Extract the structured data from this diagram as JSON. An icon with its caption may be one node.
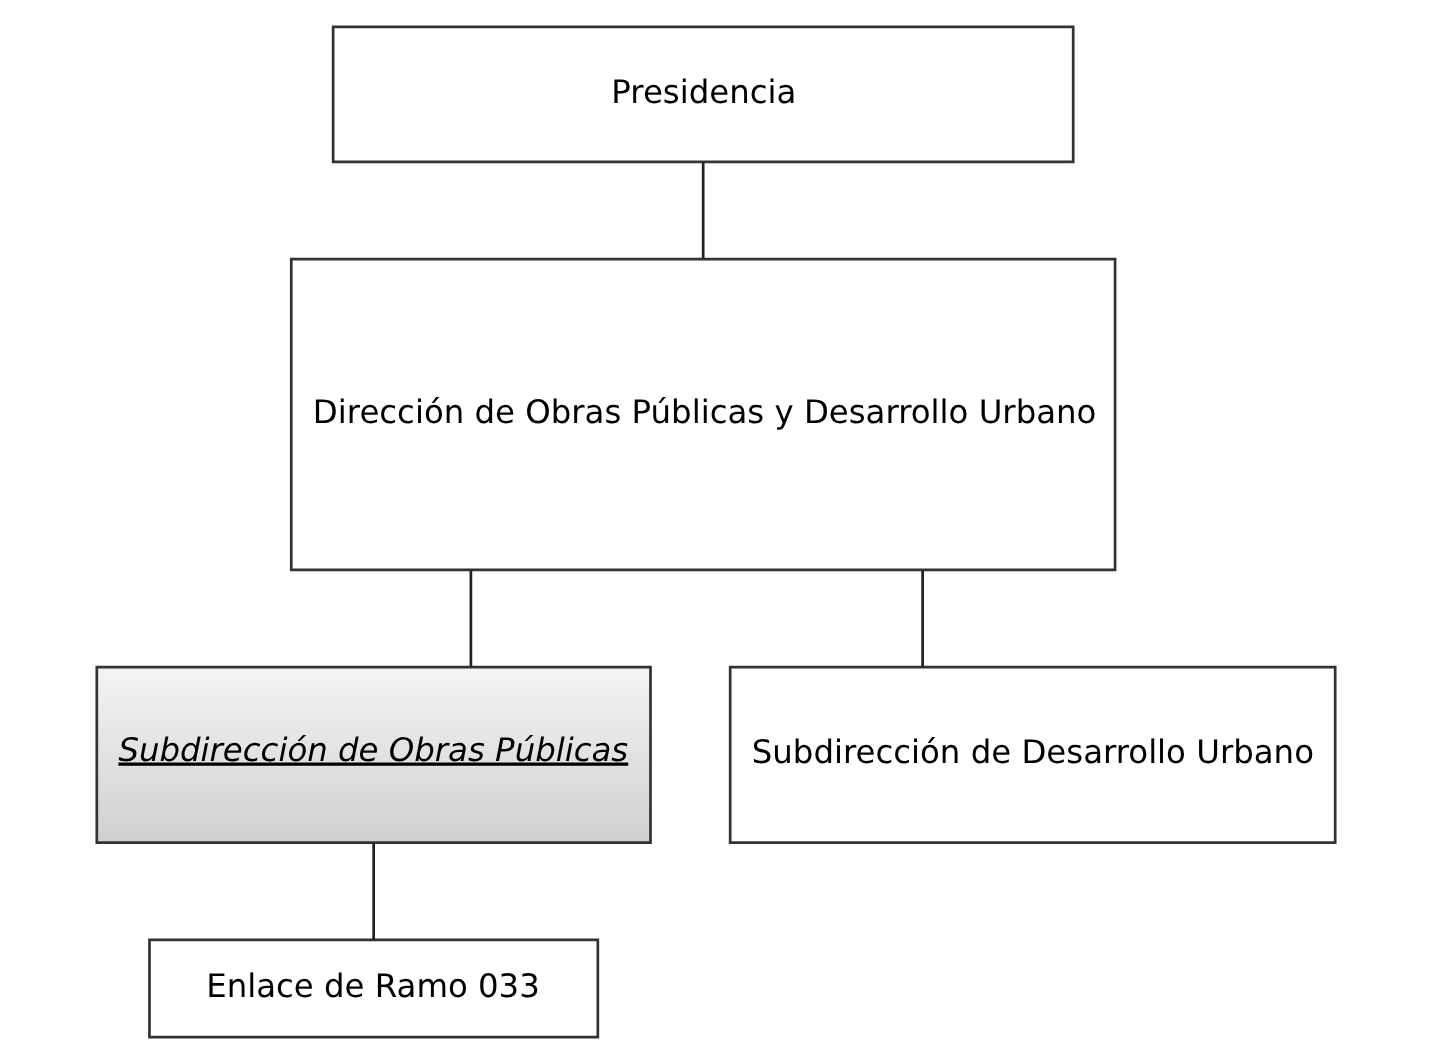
{
  "diagram": {
    "nodes": [
      {
        "text": [
          "Presidencia"
        ]
      },
      {
        "text": [
          "Dirección de Obras Públicas y Desarrollo Urbano"
        ]
      },
      {
        "text": [
          "Subdirección de Obras Públicas"
        ]
      },
      {
        "text": [
          "Subdirección de Desarrollo Urbano"
        ]
      },
      {
        "text": [
          "Enlace de Ramo 033"
        ]
      }
    ],
    "edges": [
      {
        "from": 0,
        "to": 1,
        "arrow": "none"
      },
      {
        "from": 1,
        "to": 2,
        "arrow": "none"
      },
      {
        "from": 1,
        "to": 3,
        "arrow": "none"
      },
      {
        "from": 2,
        "to": 4,
        "arrow": "none"
      }
    ]
  }
}
